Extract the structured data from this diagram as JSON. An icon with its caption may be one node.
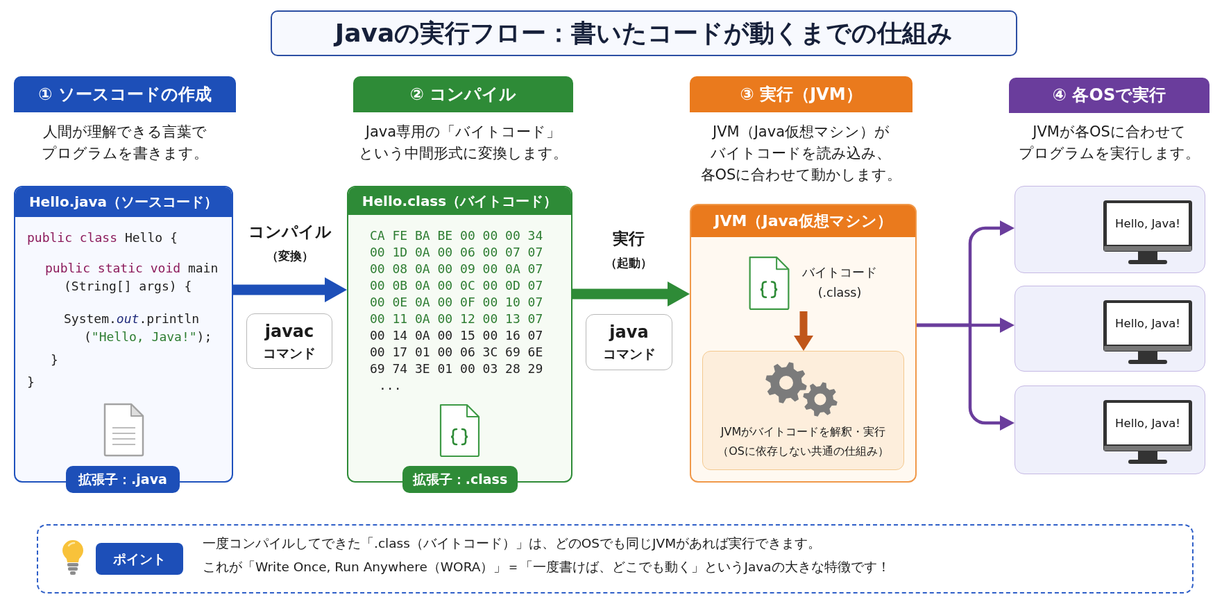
{
  "diagram": {
    "title": "Javaの実行フロー：書いたコードが動くまでの仕組み",
    "nodes": [
      {
        "text": [
          "① ソースコードの作成"
        ],
        "beside": [
          "人間が理解できる言葉でプログラムを書きます。"
        ]
      },
      {
        "text": [
          "Hello.java（ソースコード）",
          "public class Hello {",
          "public static void main (String[] args) {",
          "System.*out*.println (\"Hello, Java!\");",
          "}",
          "}"
        ]
      },
      {
        "text": [
          "拡張子：.java"
        ]
      },
      {
        "text": [
          "javac コマンド"
        ]
      },
      {
        "text": [
          "② コンパイル"
        ],
        "beside": [
          "Java専用の「バイトコード」という中間形式に変換します。"
        ]
      },
      {
        "text": [
          "Hello.class（バイトコード）",
          "CA FE BA BE 00 00 00 34",
          "00 1D 0A 00 06 00 07 07",
          "00 08 0A 00 09 00 0A 07",
          "00 0B 0A 00 0C 00 0D 07",
          "00 0E 0A 00 0F 00 10 07",
          "00 11 0A 00 12 00 13 07",
          "00 14 0A 00 15 00 16 07",
          "00 17 01 00 06 3C 69 6E",
          "69 74 3E 01 00 03 28 29",
          "..."
        ]
      },
      {
        "text": [
          "拡張子：.class"
        ]
      },
      {
        "text": [
          "java コマンド"
        ]
      },
      {
        "text": [
          "③ 実行（JVM）"
        ],
        "beside": [
          "JVM（Java仮想マシン）がバイトコードを読み込み、各OSに合わせて動かします。"
        ]
      },
      {
        "text": [
          "JVM（Java仮想マシン）"
        ]
      },
      {
        "text": [
          "バイトコード (.class)"
        ],
        "in": 9
      },
      {
        "text": [
          "JVMがバイトコードを解釈・実行（OSに依存しない共通の仕組み）"
        ],
        "in": 9
      },
      {
        "text": [
          "④ 各OSで実行"
        ],
        "beside": [
          "JVMが各OSに合わせてプログラムを実行します。"
        ]
      },
      {
        "text": [
          "Hello, Java!"
        ]
      },
      {
        "text": [
          "Hello, Java!"
        ]
      },
      {
        "text": [
          "Hello, Java!"
        ]
      },
      {
        "text": [
          "一度コンパイルしてできた「.class（バイトコード）」は、どのOSでも同じJVMがあれば実行できます。",
          "これが「Write Once, Run Anywhere（WORA）」＝「一度書けば、どこでも動く」というJavaの大きな特徴です！"
        ]
      },
      {
        "text": [
          "ポイント"
        ],
        "in": 16
      }
    ],
    "edges": [
      {
        "from": 1,
        "to": 5,
        "arrow": "to",
        "label": "コンパイル（変換）",
        "style": "thick",
        "color": "#1d4fb8"
      },
      {
        "from": 5,
        "to": 9,
        "arrow": "to",
        "label": "実行（起動）",
        "style": "thick",
        "color": "#2e8b37"
      },
      {
        "from": 10,
        "to": 11,
        "arrow": "to",
        "style": "thick",
        "color": "#c0561a"
      },
      {
        "from": 9,
        "to": 13,
        "arrow": "to"
      },
      {
        "from": 9,
        "to": 14,
        "arrow": "to"
      },
      {
        "from": 9,
        "to": 15,
        "arrow": "to"
      }
    ]
  }
}
